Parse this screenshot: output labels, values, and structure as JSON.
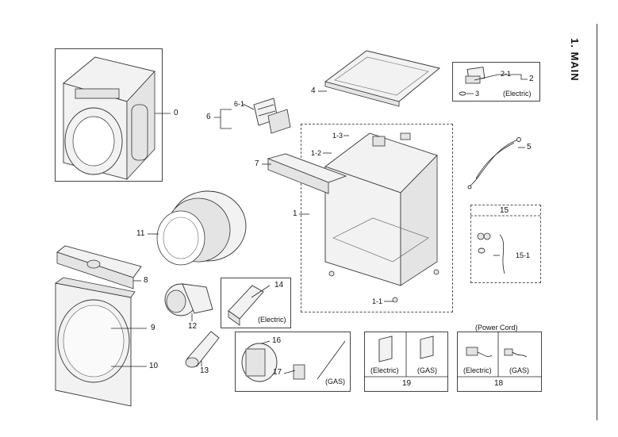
{
  "section": {
    "title": "1.  MAIN"
  },
  "labels": {
    "p0": "0",
    "p1": "1",
    "p1_1": "1-1",
    "p1_2": "1-2",
    "p1_3": "1-3",
    "p2": "2",
    "p2_1": "2-1",
    "p3": "3",
    "p4": "4",
    "p5": "5",
    "p6": "6",
    "p6_1": "6-1",
    "p7": "7",
    "p8": "8",
    "p9": "9",
    "p10": "10",
    "p11": "11",
    "p12": "12",
    "p13": "13",
    "p14": "14",
    "p15": "15",
    "p15_1": "15-1",
    "p16": "16",
    "p17": "17",
    "p18": "18",
    "p19": "19"
  },
  "notes": {
    "electric": "(Electric)",
    "gas": "(GAS)",
    "power_cord": "(Power Cord)"
  }
}
